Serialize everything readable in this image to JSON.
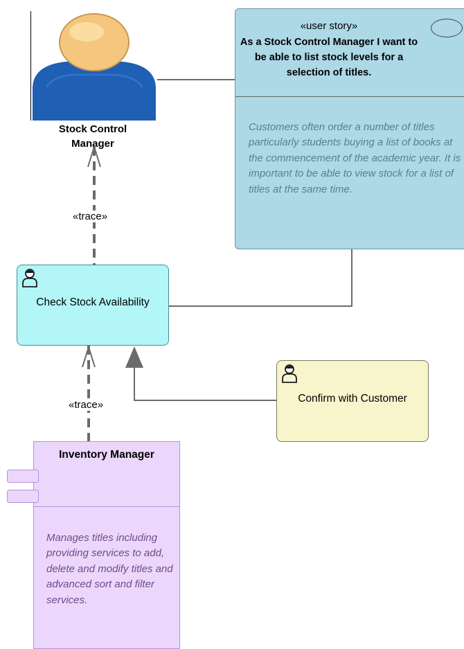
{
  "actor": {
    "name": "Stock Control Manager"
  },
  "user_story": {
    "stereotype": "«user story»",
    "title": "As a Stock Control Manager I want to be able to list stock levels for a selection of titles.",
    "notes": "Customers often order a number of titles particularly students buying a list of books at the commencement of the academic year. It is important to be able to view stock for a list of titles at the same time."
  },
  "activities": {
    "check": {
      "label": "Check Stock Availability",
      "icon": "business-worker-icon"
    },
    "confirm": {
      "label": "Confirm with Customer",
      "icon": "business-worker-icon"
    }
  },
  "component": {
    "title": "Inventory Manager",
    "notes": "Manages titles including providing services to add, delete and modify titles and advanced sort and filter services."
  },
  "connectors": {
    "trace_upper": "«trace»",
    "trace_lower": "«trace»"
  },
  "colors": {
    "user_story_fill": "#add8e6",
    "check_fill": "#b2f6f8",
    "confirm_fill": "#f8f4cc",
    "component_fill": "#ecd7fc",
    "actor_body": "#1f5fb4",
    "actor_head": "#f4c67e"
  }
}
